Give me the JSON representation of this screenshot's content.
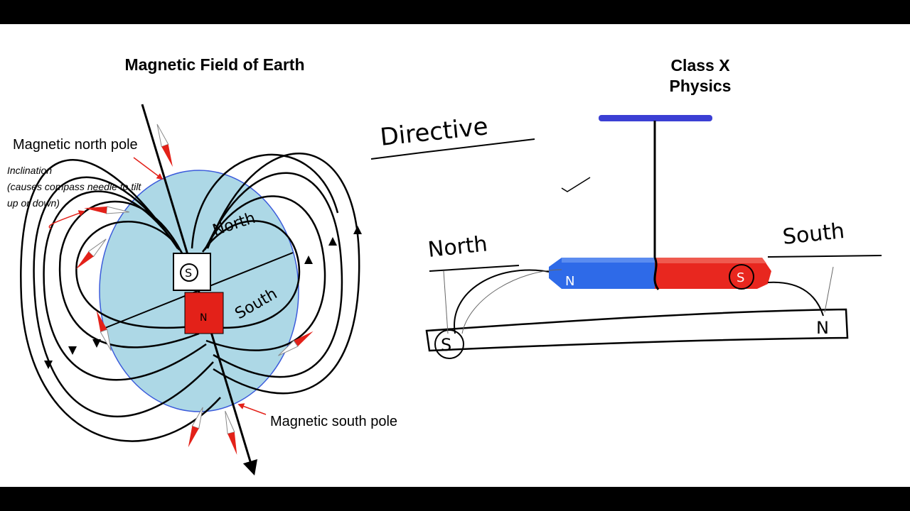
{
  "header": {
    "left_title": "Magnetic Field of Earth",
    "right_title_line1": "Class X",
    "right_title_line2": "Physics"
  },
  "earth_diagram": {
    "north_pole_label": "Magnetic north pole",
    "inclination_label": "Inclination",
    "inclination_note_line1": "(causes compass needle to tilt",
    "inclination_note_line2": "up or down)",
    "south_pole_label": "Magnetic south pole",
    "magnet_top_pole": "S",
    "magnet_bottom_pole": "N",
    "handwritten_north": "North",
    "handwritten_south": "South",
    "earth_color": "#add8e6",
    "needle_red": "#e32119"
  },
  "suspended_magnet": {
    "handwritten_title": "Directive",
    "label_north": "North",
    "label_south": "South",
    "magnet_left_pole": "N",
    "magnet_right_pole": "S",
    "ground_left_pole": "S",
    "ground_right_pole": "N",
    "blue": "#2e6ae8",
    "red": "#e8271f"
  }
}
